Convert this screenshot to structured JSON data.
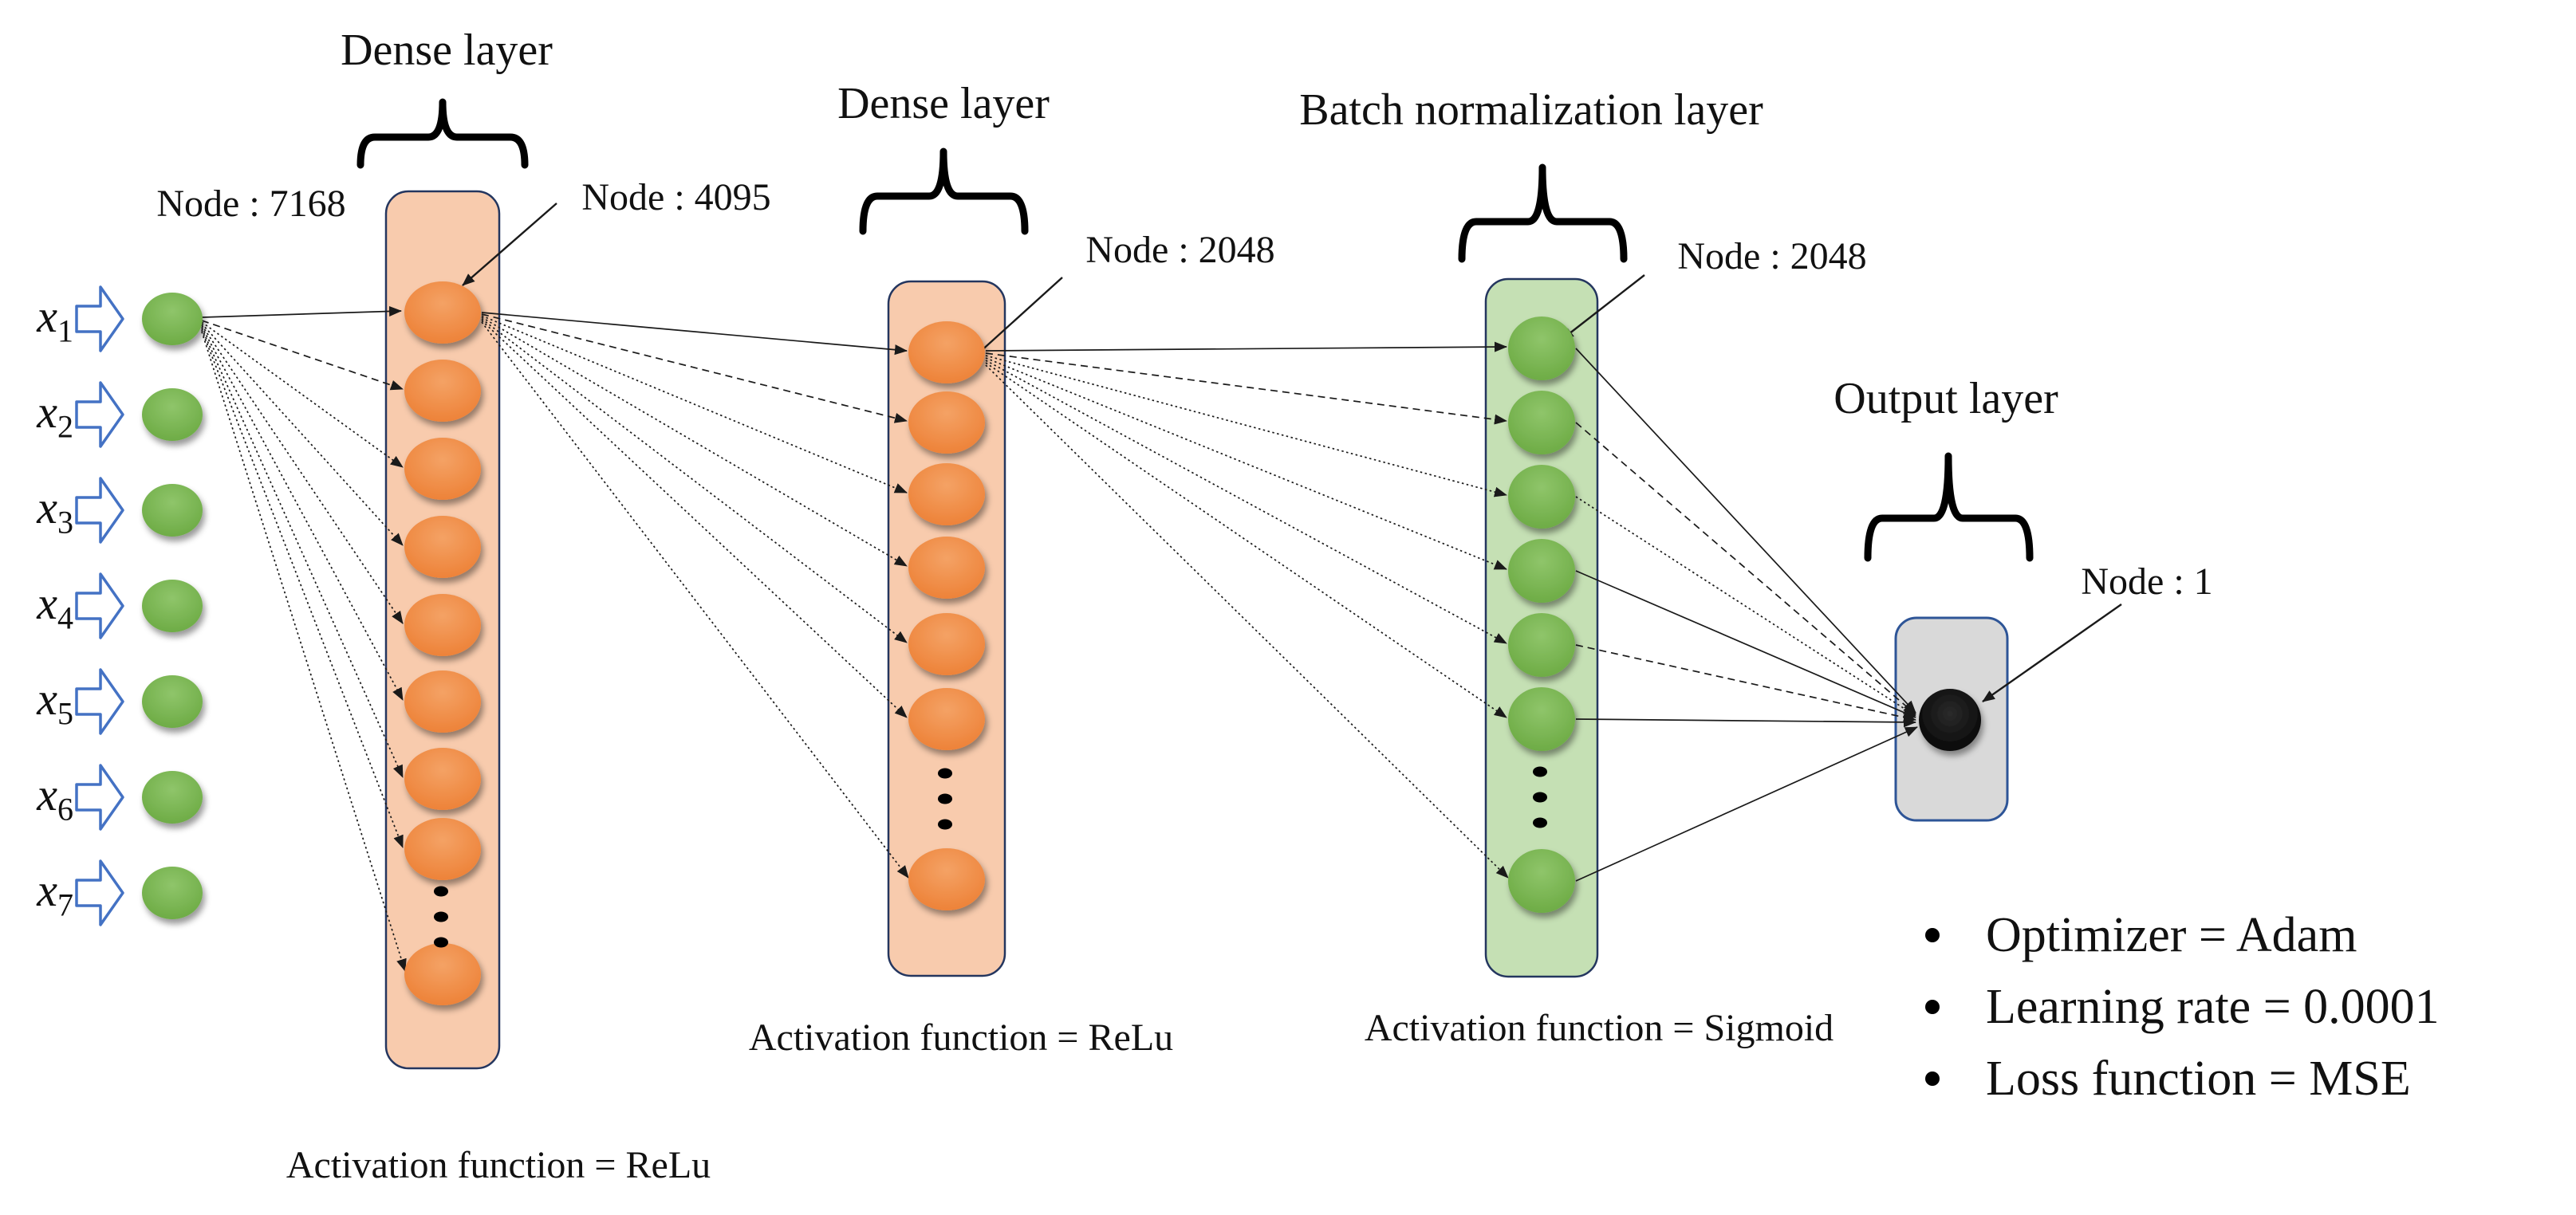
{
  "diagram": {
    "inputs": [
      {
        "base": "x",
        "sub": "1"
      },
      {
        "base": "x",
        "sub": "2"
      },
      {
        "base": "x",
        "sub": "3"
      },
      {
        "base": "x",
        "sub": "4"
      },
      {
        "base": "x",
        "sub": "5"
      },
      {
        "base": "x",
        "sub": "6"
      },
      {
        "base": "x",
        "sub": "7"
      }
    ],
    "input_node_label": "Node : 7168",
    "layers": {
      "dense1": {
        "title": "Dense layer",
        "node_label": "Node : 4095",
        "activation": "Activation function = ReLu"
      },
      "dense2": {
        "title": "Dense layer",
        "node_label": "Node : 2048",
        "activation": "Activation function = ReLu"
      },
      "batchnorm": {
        "title": "Batch normalization layer",
        "node_label": "Node : 2048",
        "activation": "Activation function = Sigmoid"
      },
      "output": {
        "title": "Output layer",
        "node_label": "Node : 1"
      }
    },
    "hyperparameters": [
      "Optimizer = Adam",
      "Learning rate = 0.0001",
      "Loss function = MSE"
    ],
    "colors": {
      "input_node_green": "#6FAC46",
      "dense_node_orange": "#ED7D31",
      "dense_panel_bg": "#F8CBAD",
      "batch_node_green": "#70AD47",
      "batch_panel_bg": "#C5E0B4",
      "output_panel_bg": "#D9D9D9",
      "panel_border_blue": "#24365F",
      "input_arrow_blue": "#4472C4",
      "connector_black": "#1a1a1a"
    }
  }
}
